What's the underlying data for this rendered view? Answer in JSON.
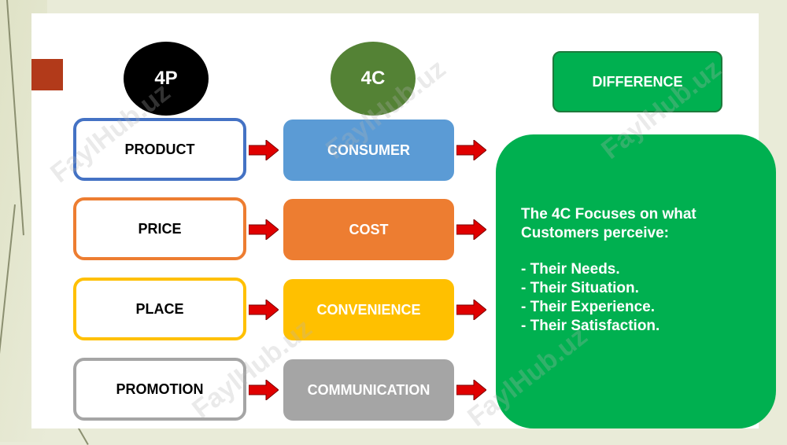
{
  "circles": {
    "p_title": "4P",
    "c_title": "4C"
  },
  "difference_title": "DIFFERENCE",
  "rows": [
    {
      "p": "PRODUCT",
      "c": "CONSUMER",
      "p_border": "#4472c4",
      "c_fill": "#5b9bd5"
    },
    {
      "p": "PRICE",
      "c": "COST",
      "p_border": "#ed7d31",
      "c_fill": "#ed7d31"
    },
    {
      "p": "PLACE",
      "c": "CONVENIENCE",
      "p_border": "#ffc000",
      "c_fill": "#ffc000"
    },
    {
      "p": "PROMOTION",
      "c": "COMMUNICATION",
      "p_border": "#a5a5a5",
      "c_fill": "#a5a5a5"
    }
  ],
  "summary": {
    "intro_1": "The 4C Focuses on what",
    "intro_2": "Customers perceive:",
    "items": [
      "- Their Needs.",
      "- Their Situation.",
      "- Their Experience.",
      "- Their Satisfaction."
    ]
  },
  "watermark": "FaylHub.uz",
  "colors": {
    "arrow": "#e00000",
    "green": "#00b050",
    "accent_tab": "#b23a1a"
  }
}
